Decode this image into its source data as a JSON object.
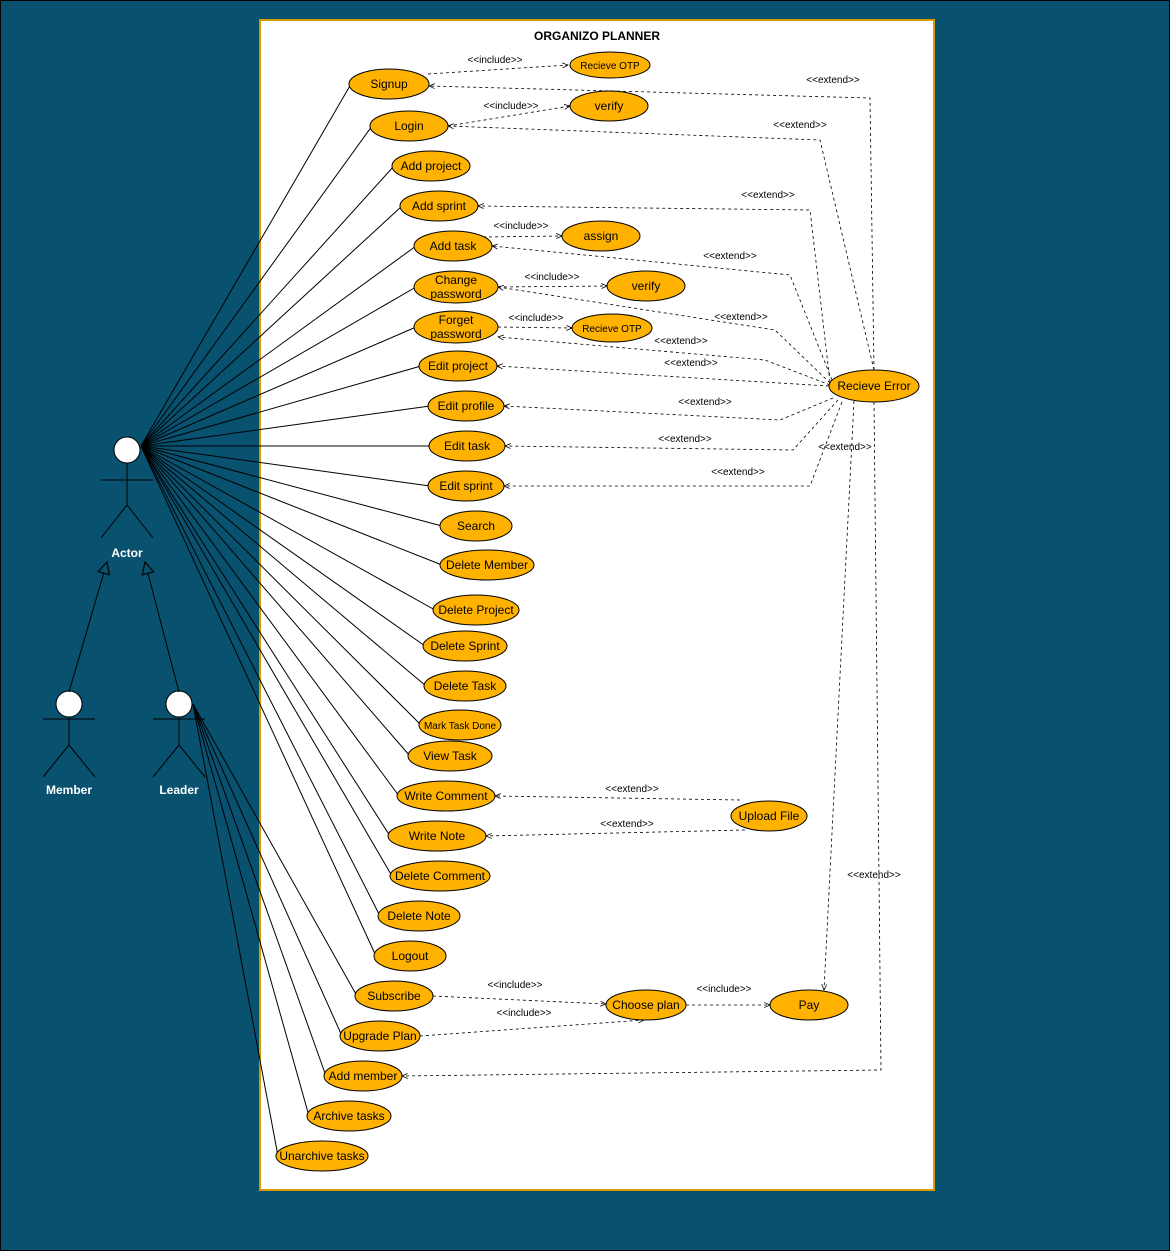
{
  "system": {
    "title": "ORGANIZO PLANNER"
  },
  "actors": [
    {
      "id": "actor",
      "label": "Actor"
    },
    {
      "id": "member",
      "label": "Member"
    },
    {
      "id": "leader",
      "label": "Leader"
    }
  ],
  "use_cases": [
    {
      "id": "signup",
      "label": "Signup"
    },
    {
      "id": "otp1",
      "label": "Recieve OTP"
    },
    {
      "id": "login",
      "label": "Login"
    },
    {
      "id": "verify1",
      "label": "verify"
    },
    {
      "id": "addproject",
      "label": "Add project"
    },
    {
      "id": "addsprint",
      "label": "Add sprint"
    },
    {
      "id": "addtask",
      "label": "Add task"
    },
    {
      "id": "assign",
      "label": "assign"
    },
    {
      "id": "changepw",
      "label": "Change\npassword"
    },
    {
      "id": "verify2",
      "label": "verify"
    },
    {
      "id": "forgetpw",
      "label": "Forget\npassword"
    },
    {
      "id": "otp2",
      "label": "Recieve OTP"
    },
    {
      "id": "editproject",
      "label": "Edit project"
    },
    {
      "id": "editprofile",
      "label": "Edit profile"
    },
    {
      "id": "edittask",
      "label": "Edit task"
    },
    {
      "id": "editsprint",
      "label": "Edit sprint"
    },
    {
      "id": "search",
      "label": "Search"
    },
    {
      "id": "delmember",
      "label": "Delete Member"
    },
    {
      "id": "delproject",
      "label": "Delete Project"
    },
    {
      "id": "delsprint",
      "label": "Delete Sprint"
    },
    {
      "id": "deltask",
      "label": "Delete Task"
    },
    {
      "id": "markdone",
      "label": "Mark Task Done"
    },
    {
      "id": "viewtask",
      "label": "View Task"
    },
    {
      "id": "writecomment",
      "label": "Write Comment"
    },
    {
      "id": "writenote",
      "label": "Write Note"
    },
    {
      "id": "delcomment",
      "label": "Delete Comment"
    },
    {
      "id": "delnote",
      "label": "Delete Note"
    },
    {
      "id": "logout",
      "label": "Logout"
    },
    {
      "id": "subscribe",
      "label": "Subscribe"
    },
    {
      "id": "upgrade",
      "label": "Upgrade Plan"
    },
    {
      "id": "addmember",
      "label": "Add member"
    },
    {
      "id": "archive",
      "label": "Archive tasks"
    },
    {
      "id": "unarchive",
      "label": "Unarchive tasks"
    },
    {
      "id": "recerror",
      "label": "Recieve Error"
    },
    {
      "id": "upload",
      "label": "Upload File"
    },
    {
      "id": "chooseplan",
      "label": "Choose plan"
    },
    {
      "id": "pay",
      "label": "Pay"
    }
  ],
  "relations": [
    {
      "type": "include",
      "label": "<<include>>",
      "from": "signup",
      "to": "otp1"
    },
    {
      "type": "include",
      "label": "<<include>>",
      "from": "login",
      "to": "verify1"
    },
    {
      "type": "include",
      "label": "<<include>>",
      "from": "addtask",
      "to": "assign"
    },
    {
      "type": "include",
      "label": "<<include>>",
      "from": "changepw",
      "to": "verify2"
    },
    {
      "type": "include",
      "label": "<<include>>",
      "from": "forgetpw",
      "to": "otp2"
    },
    {
      "type": "include",
      "label": "<<include>>",
      "from": "subscribe",
      "to": "chooseplan"
    },
    {
      "type": "include",
      "label": "<<include>>",
      "from": "upgrade",
      "to": "chooseplan"
    },
    {
      "type": "include",
      "label": "<<include>>",
      "from": "chooseplan",
      "to": "pay"
    },
    {
      "type": "extend",
      "label": "<<extend>>",
      "from": "recerror",
      "to": "signup"
    },
    {
      "type": "extend",
      "label": "<<extend>>",
      "from": "recerror",
      "to": "login"
    },
    {
      "type": "extend",
      "label": "<<extend>>",
      "from": "recerror",
      "to": "addsprint"
    },
    {
      "type": "extend",
      "label": "<<extend>>",
      "from": "recerror",
      "to": "addtask"
    },
    {
      "type": "extend",
      "label": "<<extend>>",
      "from": "recerror",
      "to": "changepw"
    },
    {
      "type": "extend",
      "label": "<<extend>>",
      "from": "recerror",
      "to": "forgetpw"
    },
    {
      "type": "extend",
      "label": "<<extend>>",
      "from": "recerror",
      "to": "editproject"
    },
    {
      "type": "extend",
      "label": "<<extend>>",
      "from": "recerror",
      "to": "editprofile"
    },
    {
      "type": "extend",
      "label": "<<extend>>",
      "from": "recerror",
      "to": "edittask"
    },
    {
      "type": "extend",
      "label": "<<extend>>",
      "from": "recerror",
      "to": "editsprint"
    },
    {
      "type": "extend",
      "label": "<<extend>>",
      "from": "recerror",
      "to": "pay"
    },
    {
      "type": "extend",
      "label": "<<extend>>",
      "from": "recerror",
      "to": "addmember"
    },
    {
      "type": "extend",
      "label": "<<extend>>",
      "from": "upload",
      "to": "writecomment"
    },
    {
      "type": "extend",
      "label": "<<extend>>",
      "from": "upload",
      "to": "writenote"
    }
  ],
  "generalizations": [
    {
      "from": "member",
      "to": "actor"
    },
    {
      "from": "leader",
      "to": "actor"
    }
  ],
  "colors": {
    "background": "#08516f",
    "use_case_fill": "#ffb300",
    "system_fill": "#ffffff",
    "system_border": "#d79b00"
  }
}
